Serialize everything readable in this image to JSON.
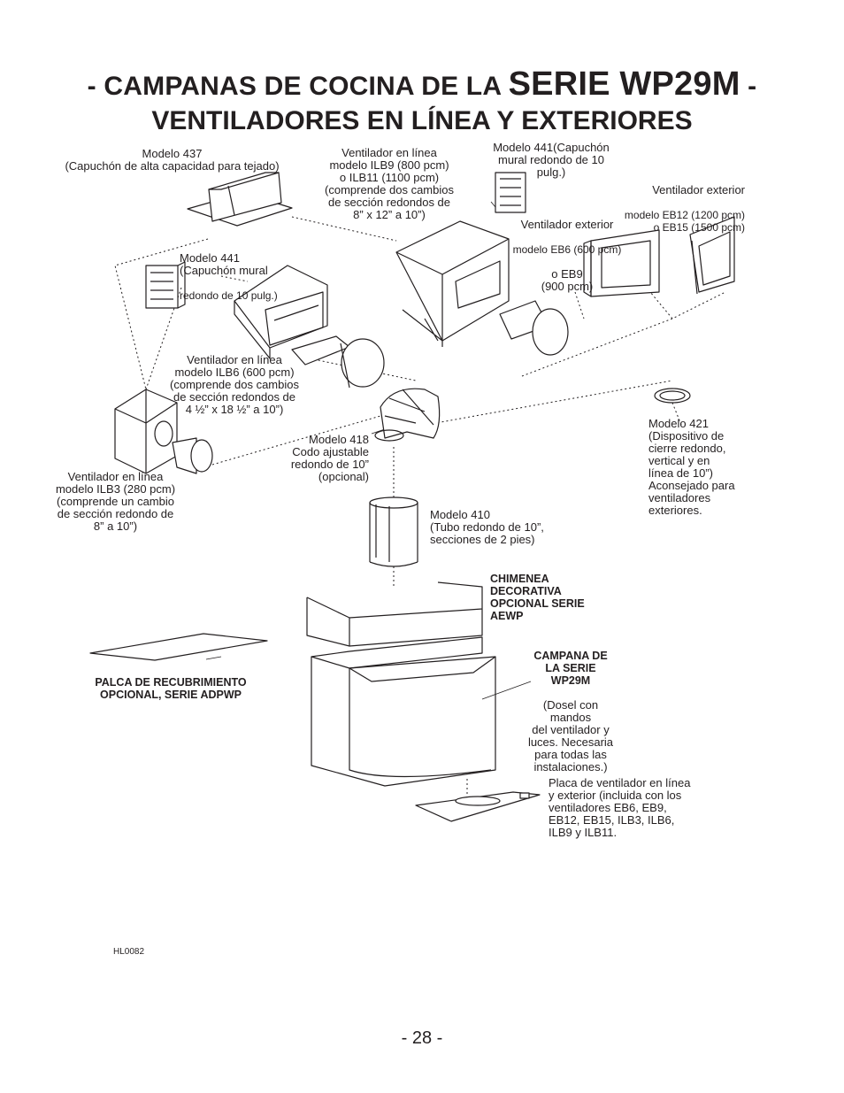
{
  "title": {
    "line1_prefix": "- CAMPANAS DE COCINA DE LA",
    "line1_series": "SERIE WP29M",
    "line1_suffix": "-",
    "line2": "VENTILADORES EN LÍNEA Y EXTERIORES"
  },
  "labels": {
    "modelo437": "Modelo 437\n(Capuchón de alta capacidad para tejado)",
    "ilb9": "Ventilador en línea\nmodelo ILB9 (800 pcm)\no ILB11 (1100 pcm)\n(comprende dos cambios\nde sección redondos de\n8” x 12” a 10”)",
    "modelo441_top": "Modelo 441(Capuchón\nmural redondo de 10\npulg.)",
    "eb12_prefix": "Ventilador exterior",
    "eb12_models": "modelo EB12 (1200 pcm)\no EB15 (1500 pcm)",
    "eb6_prefix": "Ventilador exterior",
    "eb6_models": "modelo EB6 (600 pcm)",
    "eb6_rest": "o EB9\n(900 pcm)",
    "modelo441_left_a": "Modelo 441\n(Capuchón mural",
    "modelo441_left_b": "redondo de 10 pulg.)",
    "ilb6": "Ventilador en línea\nmodelo ILB6 (600 pcm)\n(comprende dos cambios\nde sección redondos de\n4 ½” x 18 ½” a 10”)",
    "modelo418": "Modelo 418\nCodo ajustable\nredondo de 10”\n(opcional)",
    "modelo421": "Modelo 421\n(Dispositivo de\ncierre redondo,\nvertical y en\nlínea de 10”)\nAconsejado para\nventiladores\nexteriores.",
    "ilb3": "Ventilador en línea\nmodelo ILB3 (280 pcm)\n(comprende un cambio\nde sección redondo de\n8” a 10”)",
    "modelo410": "Modelo 410\n(Tubo redondo de 10”,\nsecciones de 2 pies)",
    "chimenea": "CHIMENEA\nDECORATIVA\nOPCIONAL SERIE\nAEWP",
    "campana_bold": "CAMPANA DE\nLA SERIE\nWP29M",
    "campana_desc": "(Dosel con mandos\ndel ventilador y\nluces. Necesaria\npara todas las\ninstalaciones.)",
    "palca": "PALCA DE RECUBRIMIENTO\nOPCIONAL, SERIE ADPWP",
    "placa": "Placa de ventilador en línea\ny exterior (incluida con los\nventiladores EB6, EB9,\nEB12, EB15, ILB3, ILB6,\nILB9 y ILB11."
  },
  "diagram_code": "HL0082",
  "page_number": "- 28 -"
}
